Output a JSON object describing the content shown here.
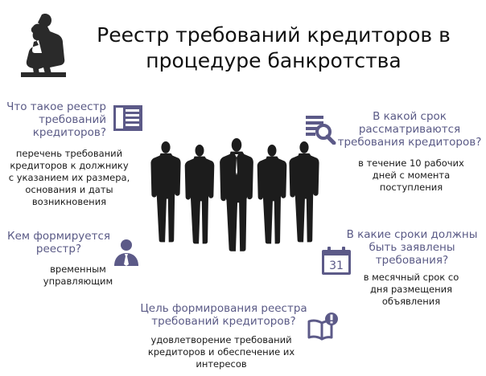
{
  "title": {
    "line1": "Реестр требований кредиторов в",
    "line2": "процедуре банкротства"
  },
  "blocks": {
    "what": {
      "question": [
        "Что такое реестр",
        "требований",
        "кредиторов?"
      ],
      "answer": [
        "перечень требований",
        "кредиторов к должнику",
        "с указанием их размера,",
        "основания и даты",
        "возникновения"
      ],
      "icon": "register-document-icon"
    },
    "who": {
      "question": [
        "Кем формируется",
        "реестр?"
      ],
      "answer": [
        "временным",
        "управляющим"
      ],
      "icon": "manager-person-icon"
    },
    "when_review": {
      "question": [
        "В какой срок",
        "рассматриваются",
        "требования кредиторов?"
      ],
      "answer": [
        "в течение 10 рабочих",
        "дней с момента",
        "поступления"
      ],
      "icon": "document-search-icon"
    },
    "deadline": {
      "question": [
        "В какие сроки должны",
        "быть заявлены",
        "требования?"
      ],
      "answer": [
        "в месячный срок со",
        "дня размещения",
        "объявления"
      ],
      "icon": "calendar-icon",
      "calendar_number": "31"
    },
    "purpose": {
      "question": [
        "Цель формирования реестра",
        "требований кредиторов?"
      ],
      "answer": [
        "удовлетворение требований",
        "кредиторов и обеспечение их",
        "интересов"
      ],
      "icon": "book-alert-icon"
    }
  },
  "colors": {
    "question": "#5a5a86",
    "icon": "#5c5a88",
    "silhouette": "#1c1c1c"
  }
}
